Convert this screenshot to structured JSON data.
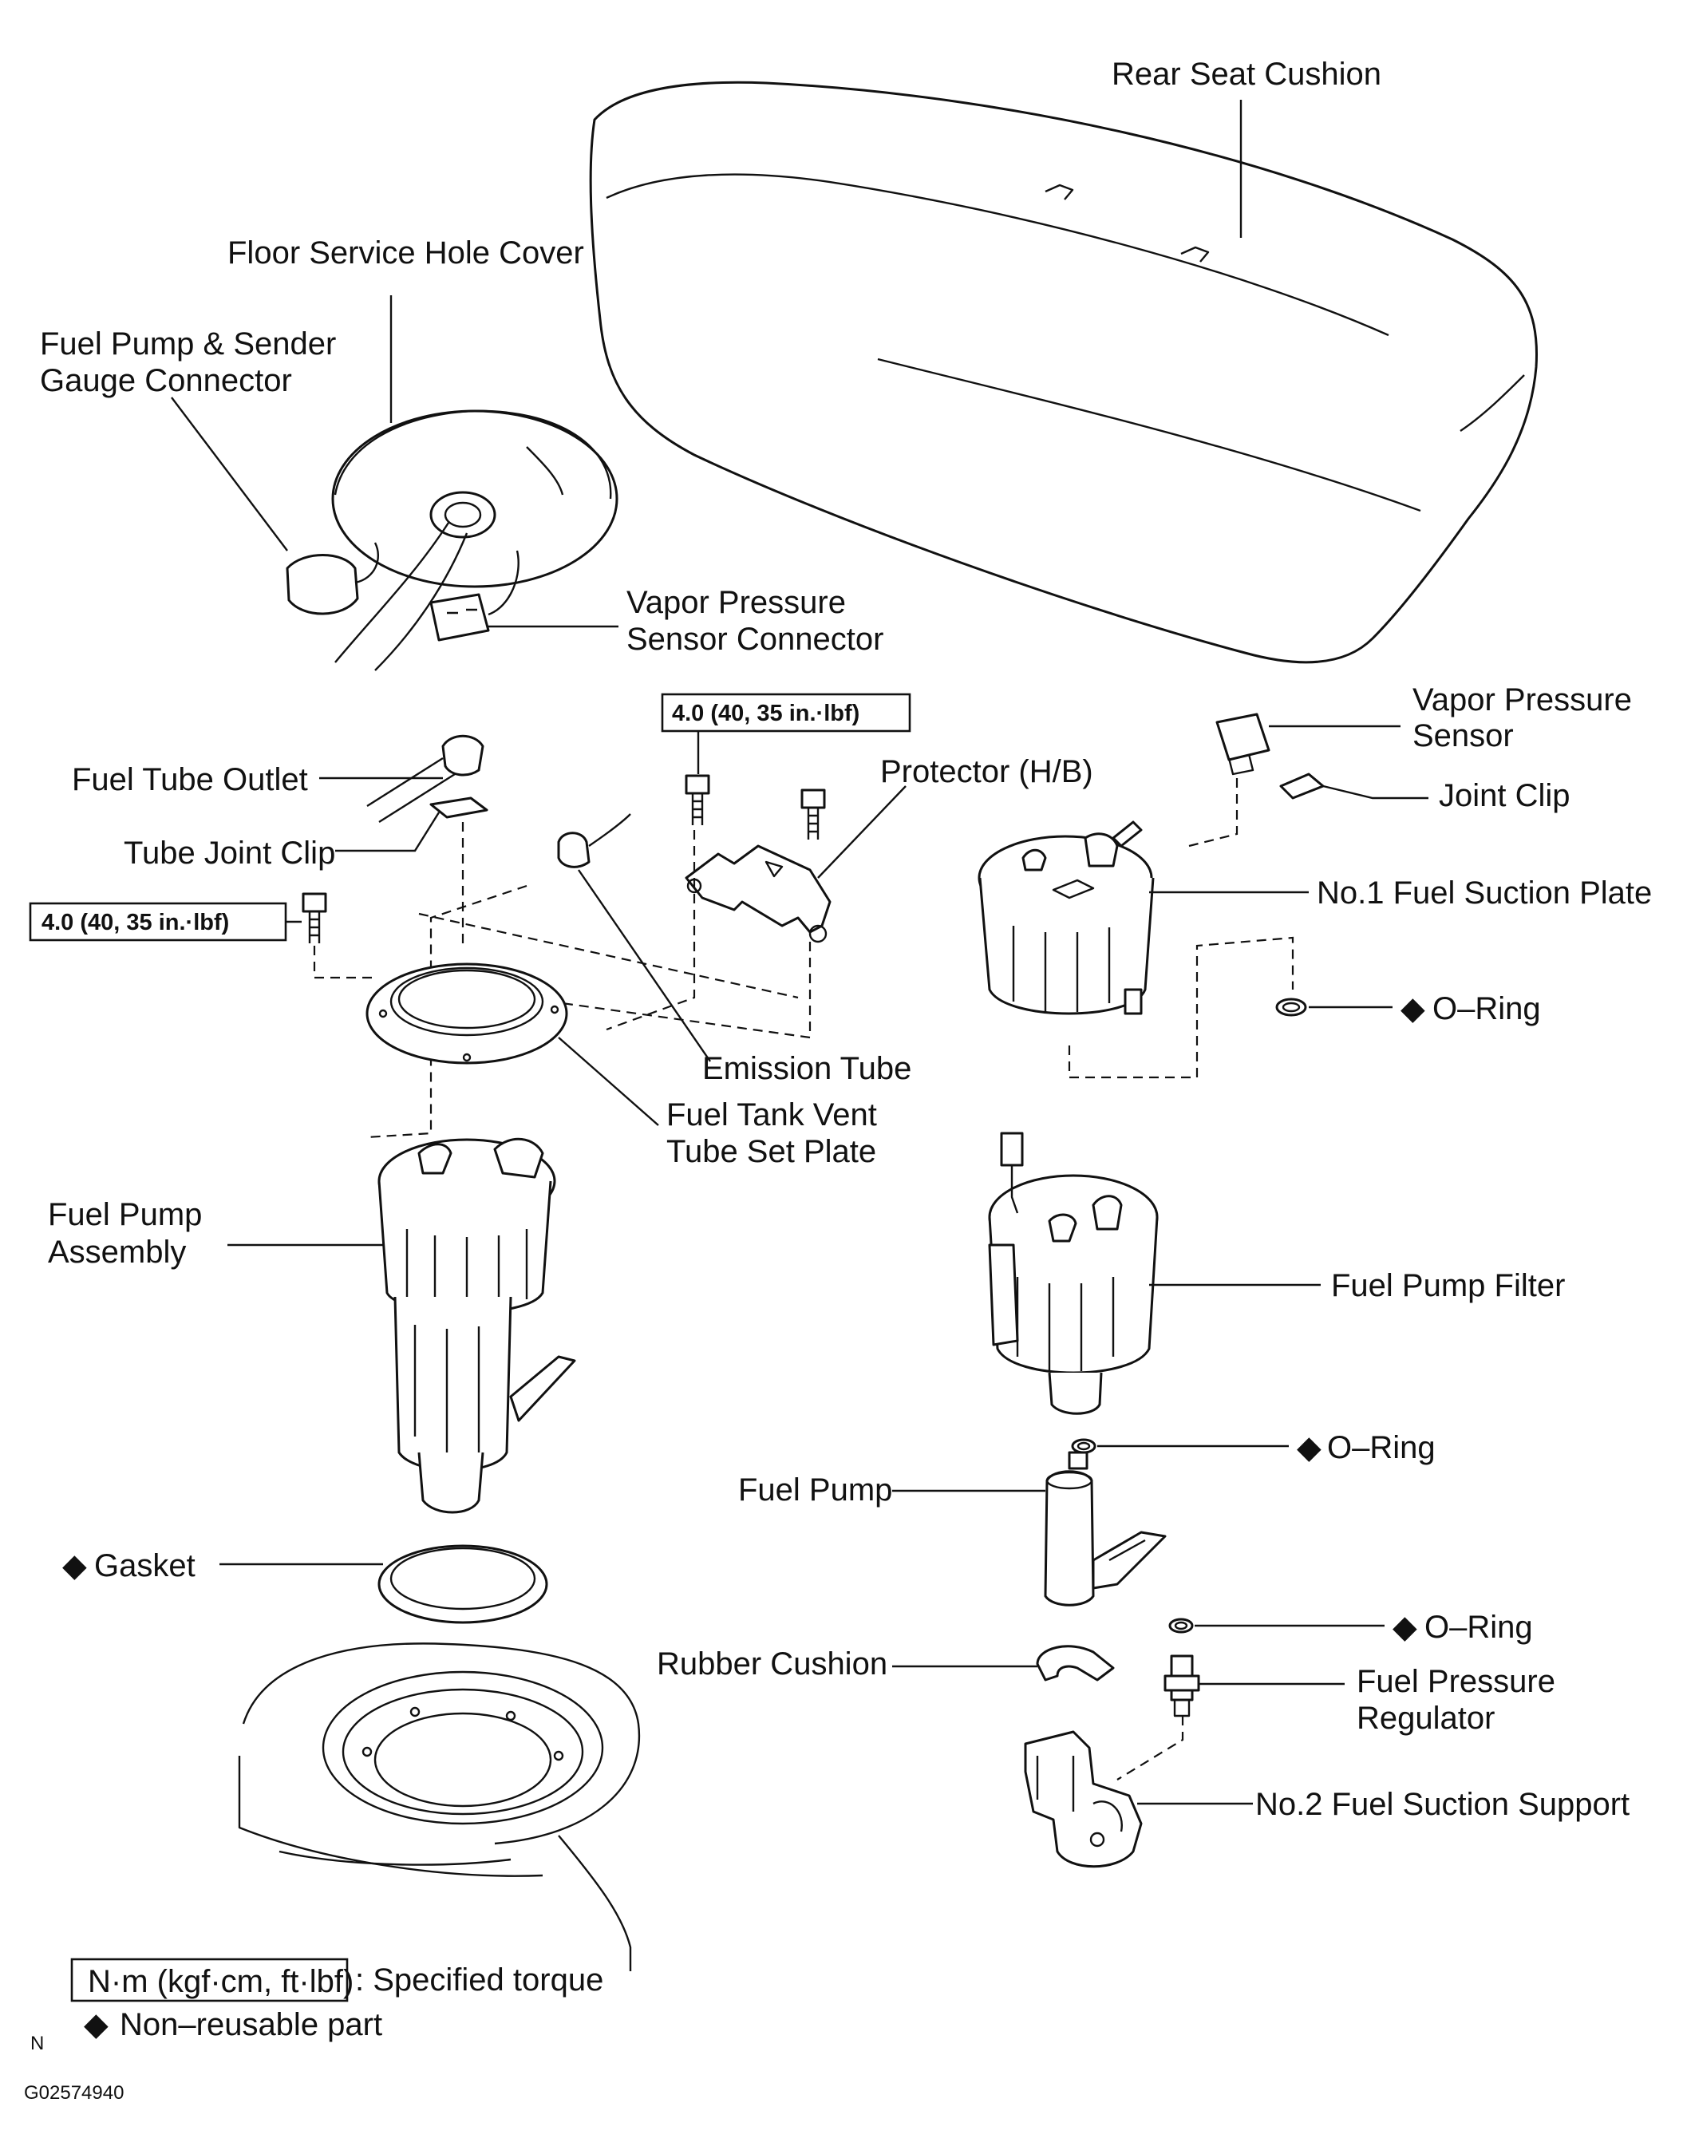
{
  "labels": {
    "rear_seat_cushion": "Rear Seat Cushion",
    "floor_service_hole_cover": "Floor Service Hole Cover",
    "fuel_pump_sender_line1": "Fuel Pump & Sender",
    "fuel_pump_sender_line2": "Gauge Connector",
    "vapor_pressure_sensor_connector_line1": "Vapor Pressure",
    "vapor_pressure_sensor_connector_line2": "Sensor Connector",
    "fuel_tube_outlet": "Fuel Tube Outlet",
    "tube_joint_clip": "Tube Joint Clip",
    "protector": "Protector (H/B)",
    "vapor_pressure_sensor_line1": "Vapor Pressure",
    "vapor_pressure_sensor_line2": "Sensor",
    "joint_clip": "Joint Clip",
    "no1_fuel_suction_plate": "No.1 Fuel Suction Plate",
    "o_ring_1": "O–Ring",
    "emission_tube": "Emission Tube",
    "fuel_tank_vent_line1": "Fuel Tank Vent",
    "fuel_tank_vent_line2": "Tube Set Plate",
    "fuel_pump_assembly_line1": "Fuel Pump",
    "fuel_pump_assembly_line2": "Assembly",
    "fuel_pump_filter": "Fuel Pump Filter",
    "o_ring_2": "O–Ring",
    "fuel_pump": "Fuel Pump",
    "gasket": "Gasket",
    "o_ring_3": "O–Ring",
    "rubber_cushion": "Rubber Cushion",
    "fuel_pressure_regulator_line1": "Fuel Pressure",
    "fuel_pressure_regulator_line2": "Regulator",
    "no2_fuel_suction_support": "No.2 Fuel Suction Support"
  },
  "torque": {
    "upper": "4.0 (40, 35 in.·lbf)",
    "left": "4.0 (40, 35 in.·lbf)"
  },
  "legend": {
    "torque_units": "N·m (kgf·cm, ft·lbf)",
    "torque_desc": ": Specified torque",
    "non_reusable": "Non–reusable part",
    "diamond": "◆"
  },
  "footer": {
    "mark": "N",
    "code": "G02574940"
  },
  "icons": {
    "non_reusable": "diamond-icon"
  }
}
